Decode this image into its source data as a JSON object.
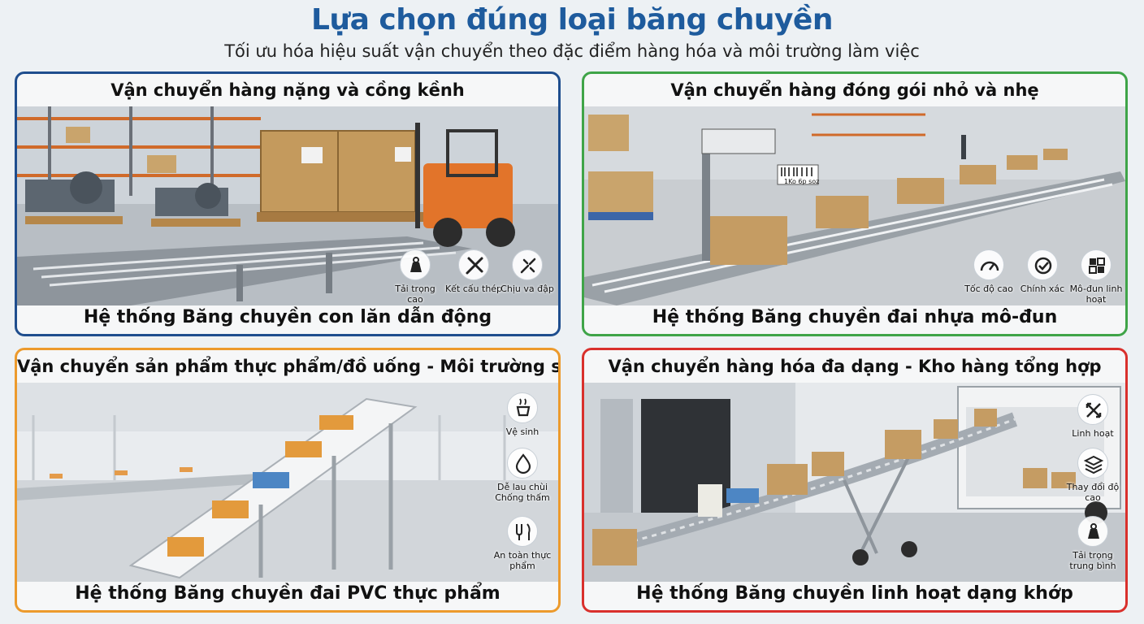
{
  "title": "Lựa chọn đúng loại băng chuyền",
  "subtitle": "Tối ưu hóa hiệu suất vận chuyển theo đặc điểm hàng hóa và môi trường làm việc",
  "panels": [
    {
      "heading": "Vận chuyển hàng nặng và cồng kềnh",
      "system": "Hệ thống Băng chuyền con lăn dẫn động",
      "accent": "#1f4e8e",
      "features": [
        {
          "icon": "weight-icon",
          "label": "Tải trọng cao"
        },
        {
          "icon": "wrench-icon",
          "label": "Kết cấu thép"
        },
        {
          "icon": "impact-icon",
          "label": "Chịu va đập"
        }
      ]
    },
    {
      "heading": "Vận chuyển hàng đóng gói nhỏ và nhẹ",
      "system": "Hệ thống Băng chuyền đai nhựa mô-đun",
      "accent": "#3fa448",
      "scan_label": "1Ko 6p soz",
      "features": [
        {
          "icon": "speedometer-icon",
          "label": "Tốc độ cao"
        },
        {
          "icon": "precision-icon",
          "label": "Chính xác"
        },
        {
          "icon": "module-icon",
          "label": "Mô-đun linh hoạt"
        }
      ]
    },
    {
      "heading": "Vận chuyển sản phẩm thực phẩm/đồ uống - Môi trường sạch",
      "system": "Hệ thống Băng chuyền đai PVC thực phẩm",
      "accent": "#ec9a2c",
      "features": [
        {
          "icon": "hygiene-icon",
          "label": "Vệ sinh"
        },
        {
          "icon": "water-drop-icon",
          "label": "Dễ lau chùi Chống thấm"
        },
        {
          "icon": "food-safe-icon",
          "label": "An toàn thực phẩm"
        }
      ]
    },
    {
      "heading": "Vận chuyển hàng hóa đa dạng - Kho hàng tổng hợp",
      "system": "Hệ thống Băng chuyền linh hoạt dạng khớp",
      "accent": "#d9302c",
      "features": [
        {
          "icon": "flex-arrows-icon",
          "label": "Linh hoạt"
        },
        {
          "icon": "layers-icon",
          "label": "Thay đổi độ cao"
        },
        {
          "icon": "weight-icon",
          "label": "Tải trọng trung bình"
        }
      ]
    }
  ]
}
